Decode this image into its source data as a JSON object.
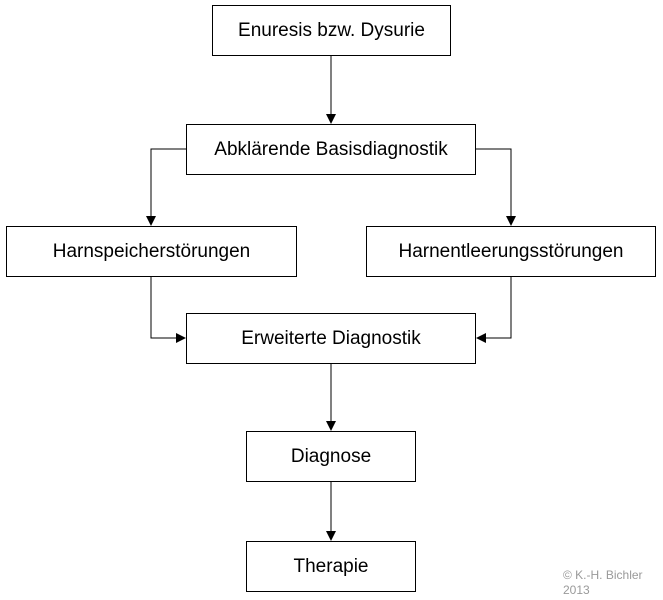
{
  "nodes": {
    "enuresis": "Enuresis bzw. Dysurie",
    "basisdiagnostik": "Abklärende Basisdiagnostik",
    "harnspeicher": "Harnspeicherstörungen",
    "harnentleerung": "Harnentleerungsstörungen",
    "erweitert": "Erweiterte Diagnostik",
    "diagnose": "Diagnose",
    "therapie": "Therapie"
  },
  "copyright": {
    "line1": "© K.-H. Bichler",
    "line2": "2013"
  },
  "colors": {
    "line": "#000000",
    "copyright": "#9a9a9a"
  }
}
